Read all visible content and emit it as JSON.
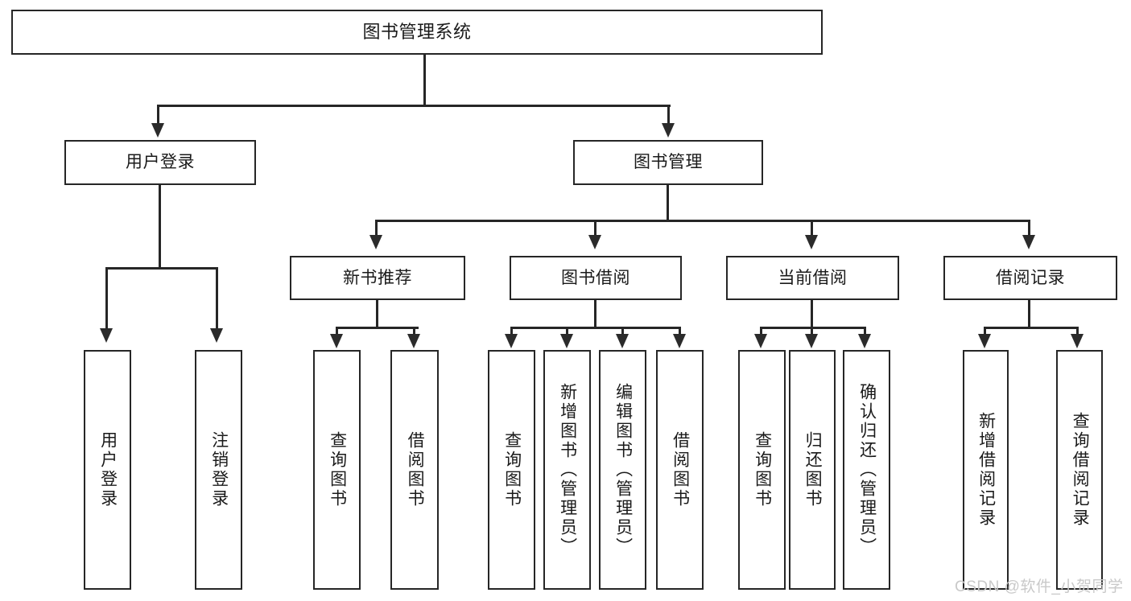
{
  "diagram": {
    "title": "图书管理系统",
    "watermark": "CSDN @软件_小贺同学",
    "levels": {
      "root": "图书管理系统",
      "level2": [
        "用户登录",
        "图书管理"
      ],
      "level3": [
        "新书推荐",
        "图书借阅",
        "当前借阅",
        "借阅记录"
      ]
    },
    "nodes": {
      "root": {
        "label": "图书管理系统"
      },
      "user_login": {
        "label": "用户登录"
      },
      "book_manage": {
        "label": "图书管理"
      },
      "new_book_recommend": {
        "label": "新书推荐"
      },
      "book_borrow": {
        "label": "图书借阅"
      },
      "current_borrow": {
        "label": "当前借阅"
      },
      "borrow_record": {
        "label": "借阅记录"
      },
      "leaf_user_login": {
        "label": "用户登录"
      },
      "leaf_logout_login": {
        "label": "注销登录"
      },
      "leaf_query_book_1": {
        "label": "查询图书"
      },
      "leaf_borrow_book_1": {
        "label": "借阅图书"
      },
      "leaf_query_book_2": {
        "label": "查询图书"
      },
      "leaf_add_book_admin": {
        "label": "新增图书（管理员）"
      },
      "leaf_edit_book_admin": {
        "label": "编辑图书（管理员）"
      },
      "leaf_borrow_book_2": {
        "label": "借阅图书"
      },
      "leaf_query_book_3": {
        "label": "查询图书"
      },
      "leaf_return_book": {
        "label": "归还图书"
      },
      "leaf_confirm_return_admin": {
        "label": "确认归还（管理员）"
      },
      "leaf_add_borrow_record": {
        "label": "新增借阅记录"
      },
      "leaf_query_borrow_record": {
        "label": "查询借阅记录"
      }
    },
    "colors": {
      "stroke": "#262626",
      "fill": "#ffffff",
      "text": "#1a1a1a",
      "watermark": "#c9c9c9"
    }
  }
}
